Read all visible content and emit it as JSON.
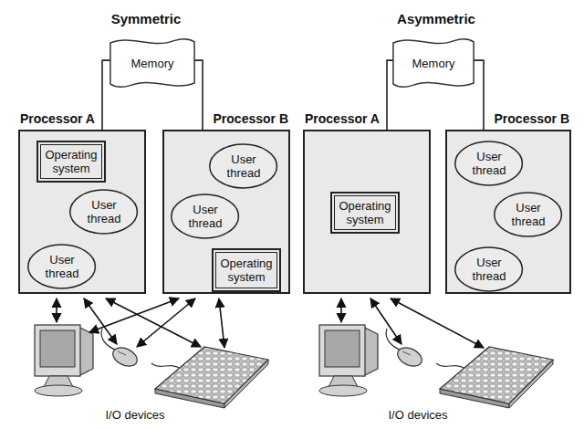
{
  "diagram": {
    "nodes": [
      {
        "text": [
          "Memory"
        ]
      },
      {
        "text": [
          "Processor A"
        ]
      },
      {
        "text": [
          "Operating system"
        ],
        "in": 1
      },
      {
        "text": [
          "User thread"
        ],
        "in": 1
      },
      {
        "text": [
          "User thread"
        ],
        "in": 1
      },
      {
        "text": [
          "Processor B"
        ]
      },
      {
        "text": [
          "User thread"
        ],
        "in": 5
      },
      {
        "text": [
          "User thread"
        ],
        "in": 5
      },
      {
        "text": [
          "Operating system"
        ],
        "in": 5
      },
      {
        "text": [
          "Memory"
        ]
      },
      {
        "text": [
          "Processor A"
        ]
      },
      {
        "text": [
          "Operating system"
        ],
        "in": 10
      },
      {
        "text": [
          "Processor B"
        ]
      },
      {
        "text": [
          "User thread"
        ],
        "in": 12
      },
      {
        "text": [
          "User thread"
        ],
        "in": 12
      },
      {
        "text": [
          "User thread"
        ],
        "in": 12
      }
    ],
    "edges": [
      {
        "from": 0,
        "to": 1,
        "arrow": "none"
      },
      {
        "from": 0,
        "to": 5,
        "arrow": "none"
      },
      {
        "from": 9,
        "to": 10,
        "arrow": "none"
      },
      {
        "from": 9,
        "to": 12,
        "arrow": "none"
      }
    ],
    "labels": [
      "Symmetric",
      "Asymmetric",
      "I/O devices",
      "I/O devices"
    ]
  }
}
